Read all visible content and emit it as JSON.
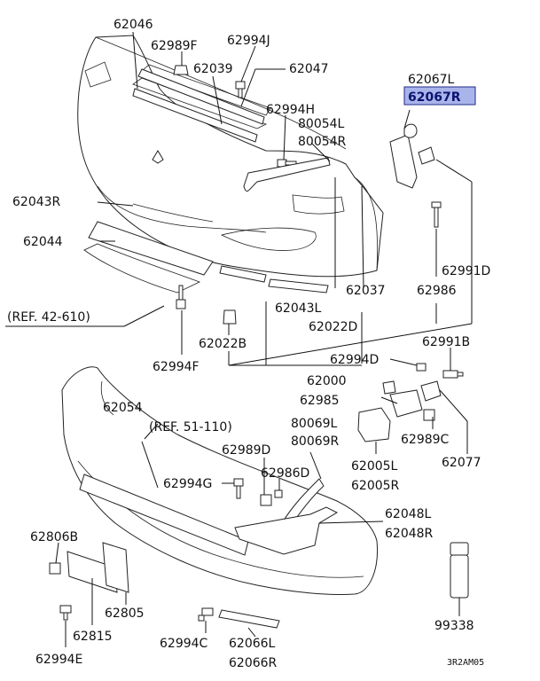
{
  "labels": {
    "l62046": "62046",
    "l62989F": "62989F",
    "l62994J": "62994J",
    "l62039": "62039",
    "l62047": "62047",
    "l62067L": "62067L",
    "l62067R": "62067R",
    "l62994H": "62994H",
    "l80054L": "80054L",
    "l80054R": "80054R",
    "l62043R": "62043R",
    "l62044": "62044",
    "l62991D": "62991D",
    "l62037": "62037",
    "l62986": "62986",
    "ref42610": "(REF. 42-610)",
    "l62043L": "62043L",
    "l62022D": "62022D",
    "l62022B": "62022B",
    "l62994F": "62994F",
    "l62991B": "62991B",
    "l62994D": "62994D",
    "l62000": "62000",
    "l62985": "62985",
    "l62054": "62054",
    "ref51110": "(REF. 51-110)",
    "l80069L": "80069L",
    "l80069R": "80069R",
    "l62989C": "62989C",
    "l62989D": "62989D",
    "l62986D": "62986D",
    "l62005L": "62005L",
    "l62005R": "62005R",
    "l62077": "62077",
    "l62994G": "62994G",
    "l62048L": "62048L",
    "l62048R": "62048R",
    "l62806B": "62806B",
    "l62805": "62805",
    "l62815": "62815",
    "l99338": "99338",
    "l62994C": "62994C",
    "l62066L": "62066L",
    "l62066R": "62066R",
    "l62994E": "62994E",
    "code": "3R2AM05"
  },
  "colors": {
    "highlight": "#a9b4ea",
    "highlight_border": "#1f2a8a",
    "line": "#111111"
  }
}
